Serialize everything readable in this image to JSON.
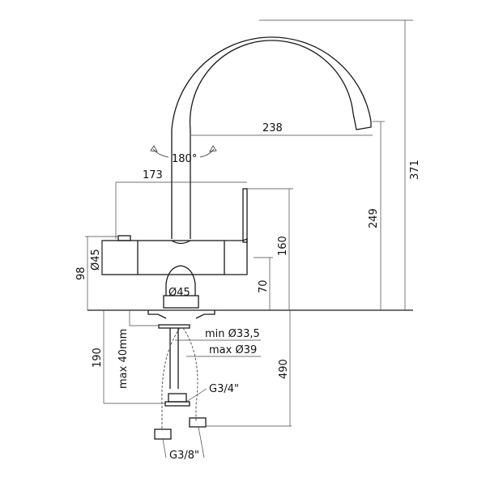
{
  "drawing": {
    "rotation": "180°",
    "dims": {
      "spout_reach": "238",
      "total_height": "371",
      "spout_height": "249",
      "body_width": "173",
      "body_height_160": "160",
      "body_70": "70",
      "body_diameter": "Ø45",
      "base_diameter": "Ø45",
      "height_98": "98",
      "below_190": "190",
      "max_thickness": "max 40mm",
      "hose_length": "490",
      "hole_min": "min Ø33,5",
      "hole_max": "max Ø39",
      "thread_main": "G3/4\"",
      "thread_hose": "G3/8\""
    }
  }
}
